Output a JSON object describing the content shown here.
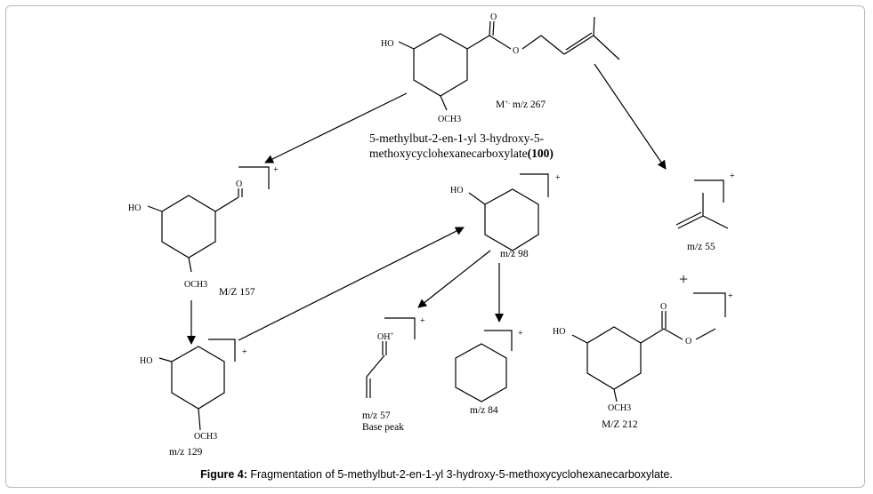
{
  "parent": {
    "oh": "HO",
    "o_ester": "O",
    "o_carbonyl": "O",
    "och3": "OCH3",
    "ion": "M",
    "ion_sup": "+.",
    "ion_mz": " m/z 267",
    "name_line1": "5-methylbut-2-en-1-yl 3-hydroxy-5-",
    "name_line2": "methoxycyclohexanecarboxylate",
    "name_ref": "(100)"
  },
  "fragments": {
    "f157": {
      "oh": "HO",
      "o": "O",
      "och3": "OCH3",
      "charge": "+",
      "label": "M/Z 157"
    },
    "f129": {
      "oh": "HO",
      "och3": "OCH3",
      "charge": "+",
      "label": "m/z 129"
    },
    "f98": {
      "oh": "HO",
      "charge": "+",
      "label": "m/z 98"
    },
    "f57": {
      "oh": "OH",
      "oh_sup": "+",
      "charge": "+",
      "label": "m/z 57",
      "sublabel": "Base peak"
    },
    "f84": {
      "charge": "+",
      "label": "m/z 84"
    },
    "f55": {
      "charge": "+",
      "label": "m/z 55"
    },
    "f212": {
      "oh": "HO",
      "o_ester": "O",
      "o_carbonyl": "O",
      "och3": "OCH3",
      "charge": "+",
      "label": "M/Z 212"
    }
  },
  "plus_sign": "+",
  "caption": {
    "bold": "Figure 4:",
    "text": " Fragmentation of 5-methylbut-2-en-1-yl 3-hydroxy-5-methoxycyclohexanecarboxylate."
  }
}
